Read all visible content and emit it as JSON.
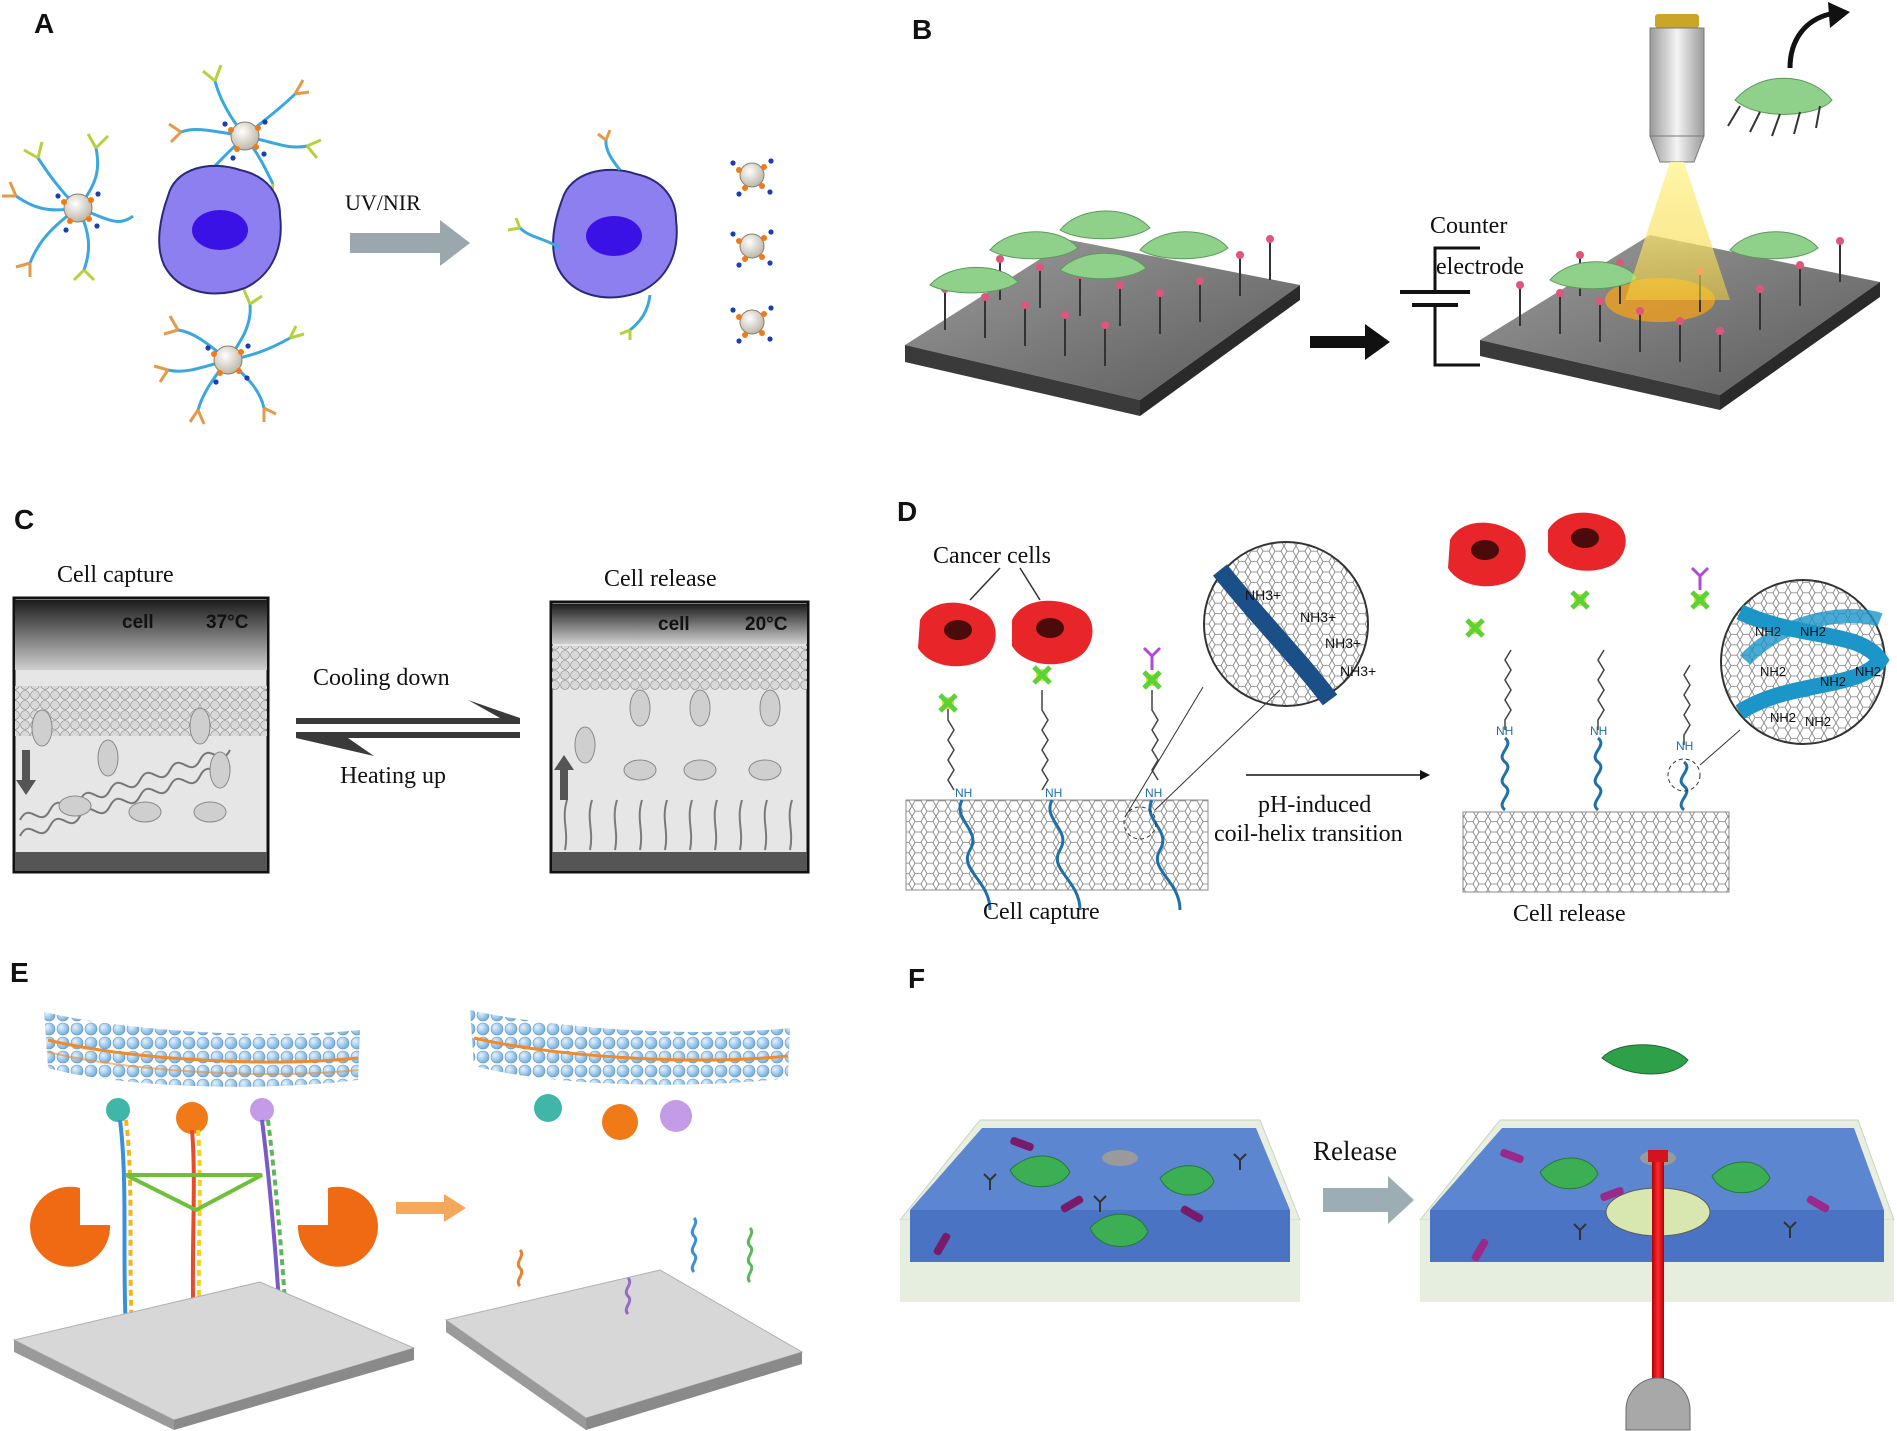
{
  "panels": {
    "A": {
      "label": "A",
      "arrow_text": "UV/NIR"
    },
    "B": {
      "label": "B",
      "counter_line1": "Counter",
      "counter_line2": "electrode"
    },
    "C": {
      "label": "C",
      "left_title": "Cell capture",
      "right_title": "Cell release",
      "left_cell": "cell",
      "left_temp": "37°C",
      "right_cell": "cell",
      "right_temp": "20°C",
      "top_arrow": "Cooling down",
      "bottom_arrow": "Heating up"
    },
    "D": {
      "label": "D",
      "cancer_cells": "Cancer cells",
      "nh": "NH",
      "nh3": "NH3+",
      "nh2": "NH2",
      "arrow_line1": "pH-induced",
      "arrow_line2": "coil-helix transition",
      "left_caption": "Cell capture",
      "right_caption": "Cell release"
    },
    "E": {
      "label": "E"
    },
    "F": {
      "label": "F",
      "arrow_text": "Release"
    }
  },
  "colors": {
    "cell_body": "#8e7ff0",
    "cell_nucleus": "#3b12e6",
    "arrow_gray": "#9aa8ae",
    "green_cell": "#86c98a",
    "red_cell": "#e8262a",
    "helix_blue": "#1f6fa8",
    "laser_red": "#e3141c",
    "membrane_blue": "#8fc3ea",
    "orange": "#f07a18",
    "chip_blue": "#4c78c9"
  }
}
